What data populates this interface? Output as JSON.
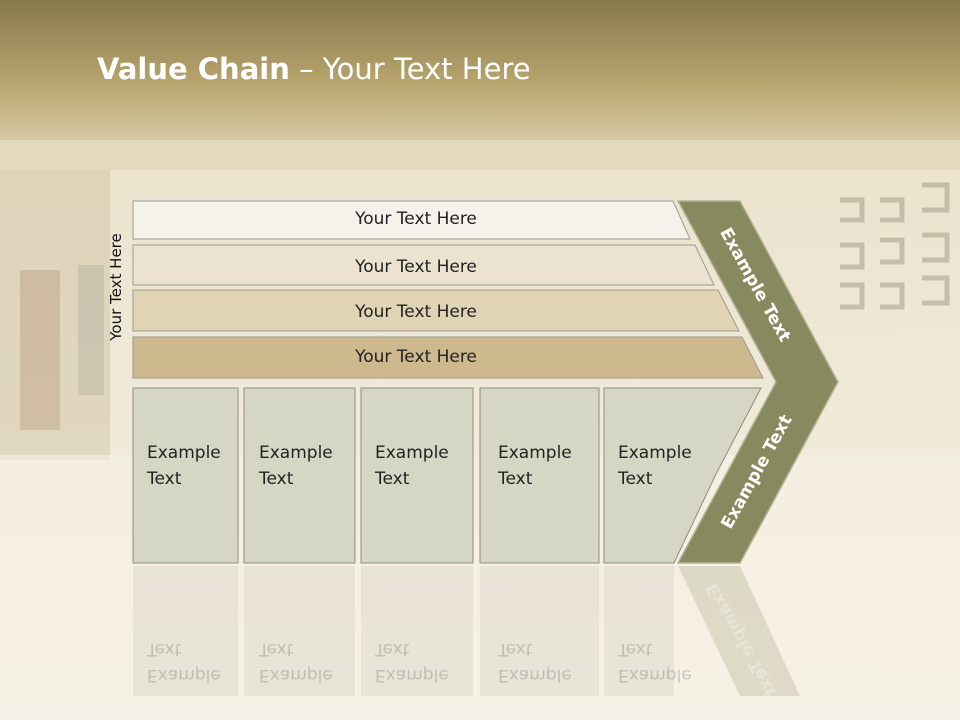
{
  "title": {
    "bold": "Value Chain",
    "rest": " – Your Text Here"
  },
  "side_label": "Your Text Here",
  "rows": [
    {
      "label": "Your Text Here",
      "fill": "#f4f2ea"
    },
    {
      "label": "Your Text Here",
      "fill": "#ebe3cf"
    },
    {
      "label": "Your Text Here",
      "fill": "#e0d4b4"
    },
    {
      "label": "Your Text Here",
      "fill": "#cdb98d"
    }
  ],
  "boxes": [
    {
      "line1": "Example",
      "line2": "Text"
    },
    {
      "line1": "Example",
      "line2": "Text"
    },
    {
      "line1": "Example",
      "line2": "Text"
    },
    {
      "line1": "Example",
      "line2": "Text"
    },
    {
      "line1": "Example",
      "line2": "Text"
    }
  ],
  "chevron": {
    "upper": "Example Text",
    "lower": "Example Text",
    "color": "#878a5e"
  },
  "colors": {
    "box_fill": "#d6d6c4",
    "box_stroke": "#8d8d80",
    "header_band": "#9c8a5a"
  }
}
